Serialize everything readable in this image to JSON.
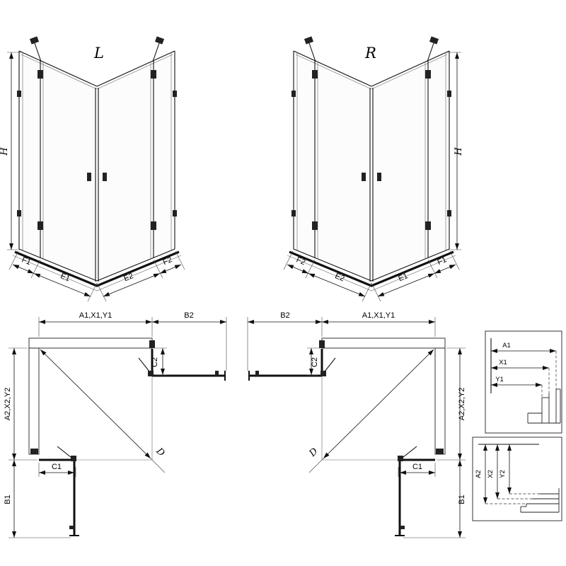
{
  "drawing": {
    "persp_left": {
      "variant": "L",
      "h": "H",
      "f1": "F1",
      "e1": "E1",
      "e2": "E2",
      "f2": "F2"
    },
    "persp_right": {
      "variant": "R",
      "h": "H",
      "f1": "F1",
      "e1": "E1",
      "e2": "E2",
      "f2": "F2"
    },
    "plan_left": {
      "a1": "A1,X1,Y1",
      "b2": "B2",
      "c2": "C2",
      "a2": "A2,X2,Y2",
      "b1": "B1",
      "c1": "C1",
      "d": "D"
    },
    "plan_right": {
      "a1": "A1,X1,Y1",
      "b2": "B2",
      "c2": "C2",
      "a2": "A2,X2,Y2",
      "b1": "B1",
      "c1": "C1",
      "d": "D"
    },
    "detail_top": {
      "a1": "A1",
      "x1": "X1",
      "y1": "Y1"
    },
    "detail_bottom": {
      "a2": "A2",
      "x2": "X2",
      "y2": "Y2"
    }
  }
}
